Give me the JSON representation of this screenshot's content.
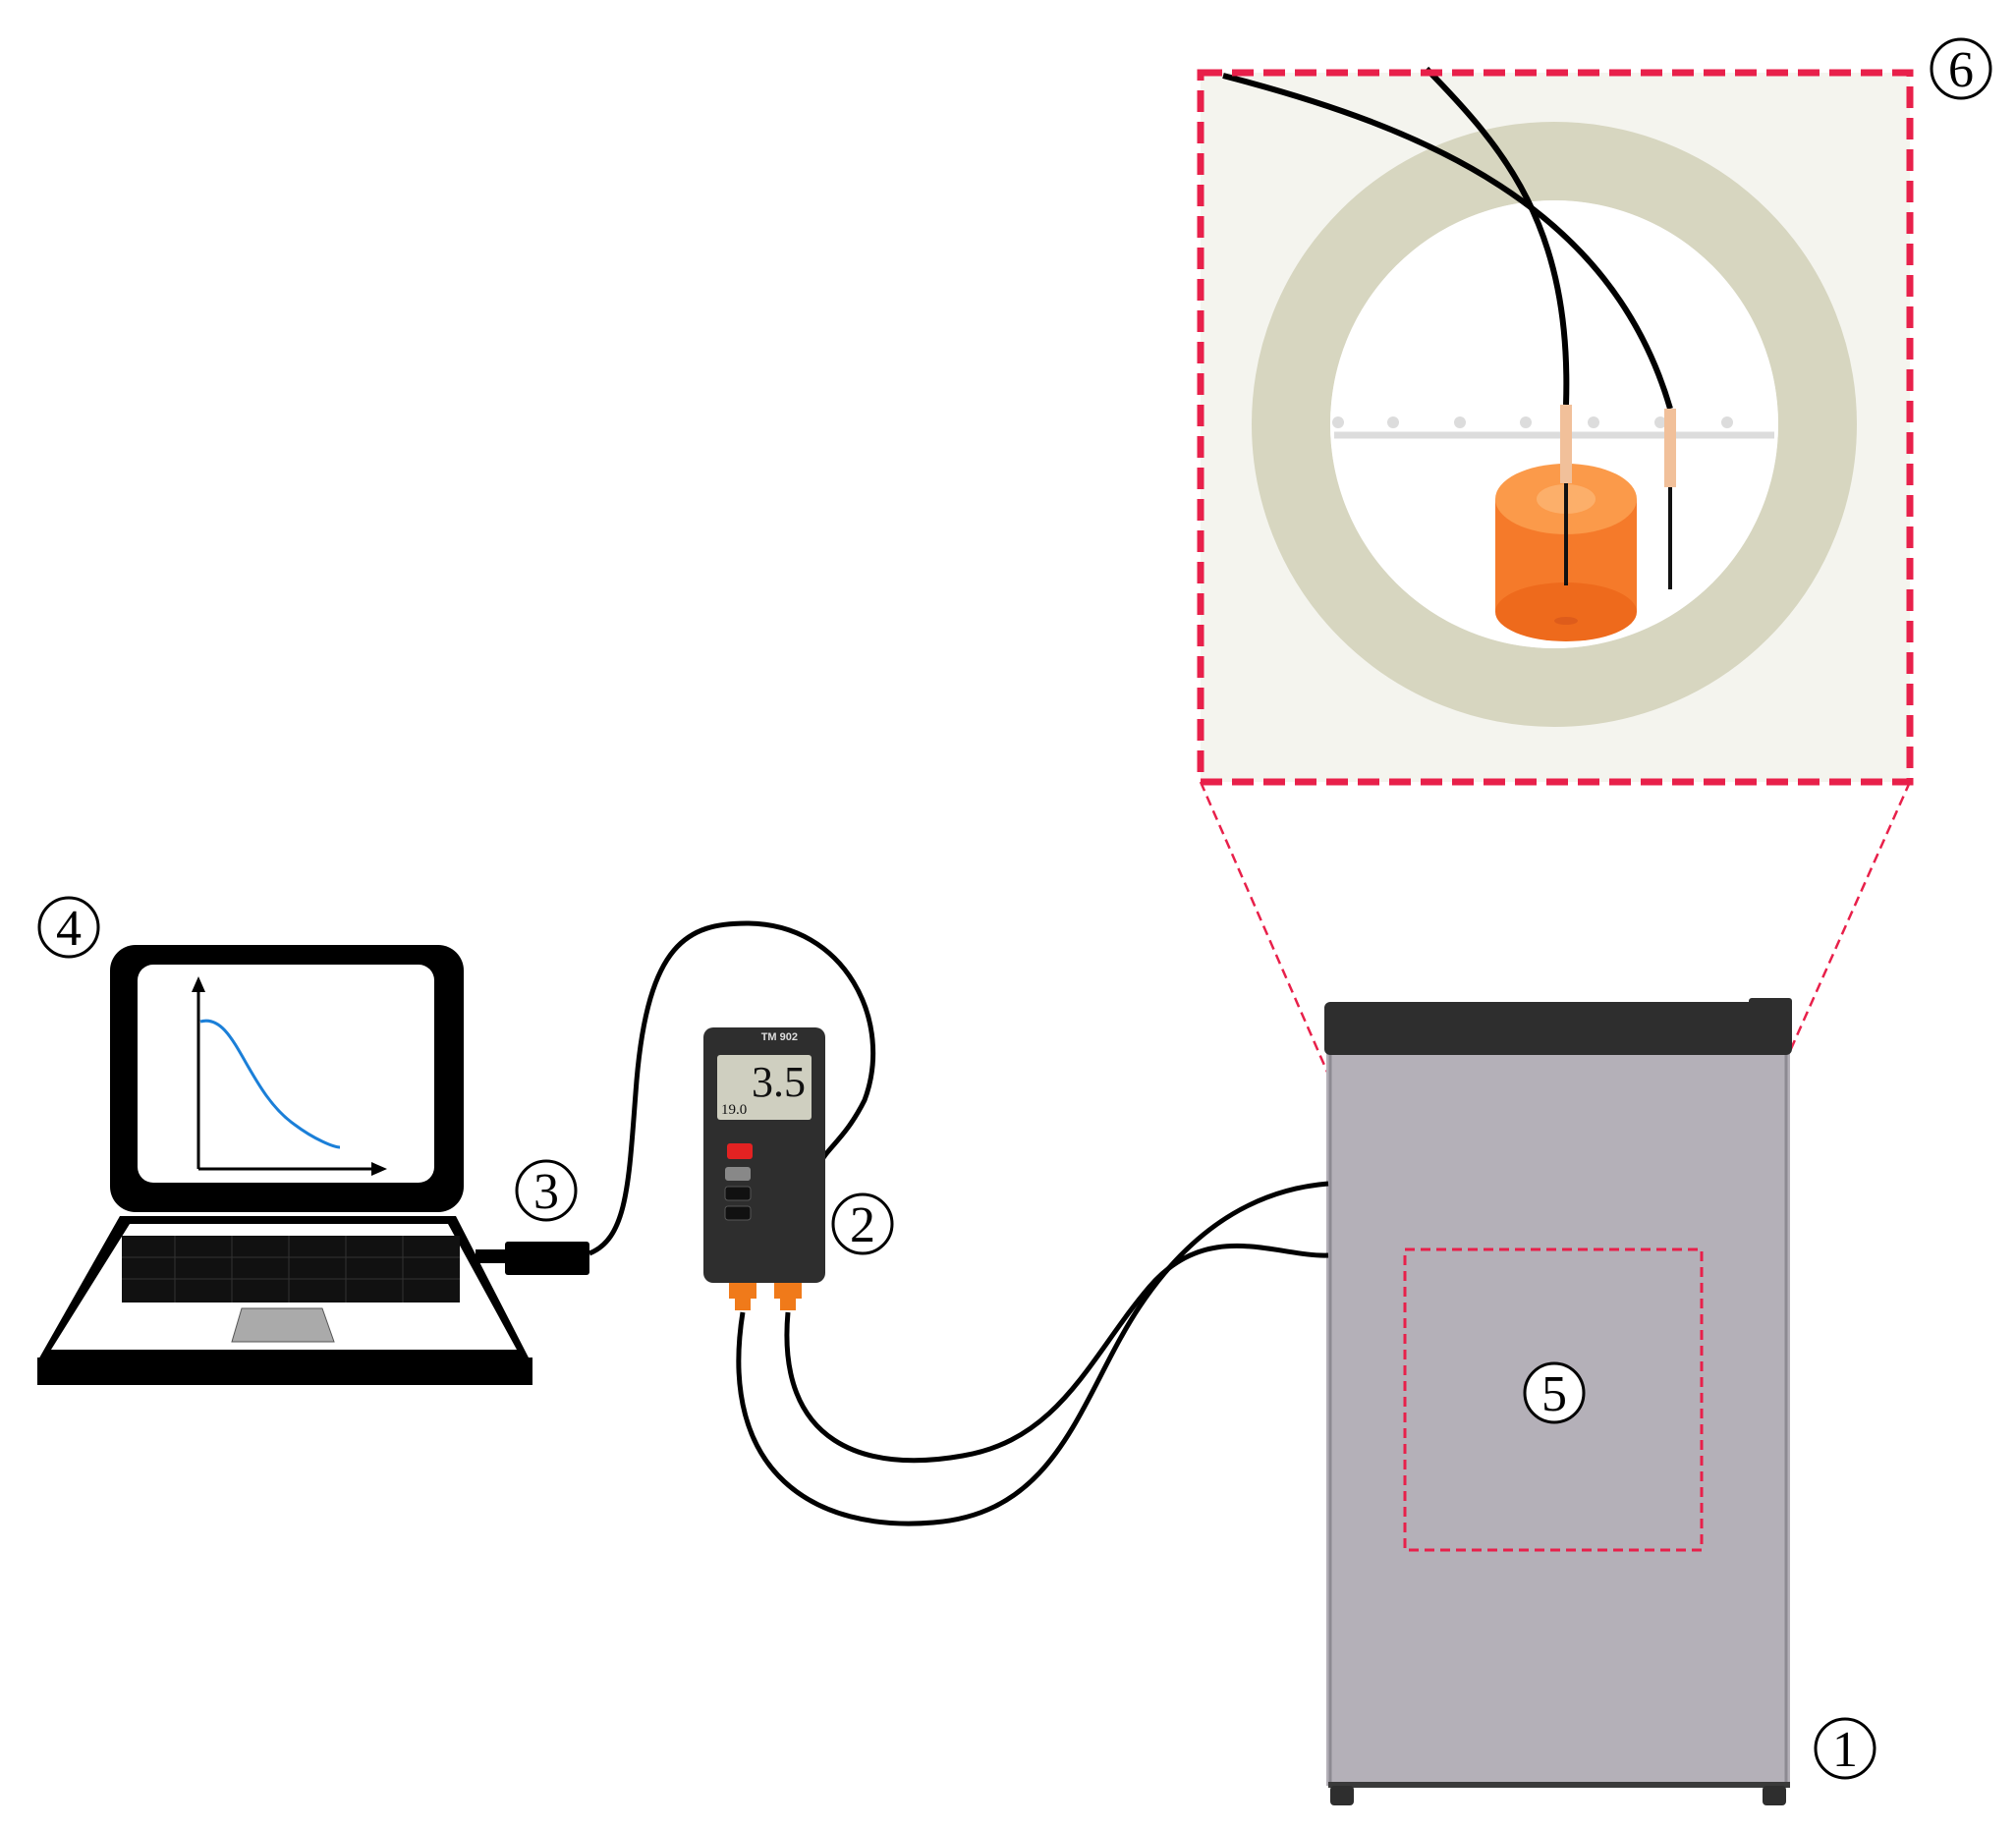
{
  "labels": {
    "fridge": "1",
    "thermometer": "2",
    "usb_adapter": "3",
    "laptop": "4",
    "probe_area": "5",
    "zoom_view": "6"
  },
  "thermometer": {
    "reading_main": "3.5",
    "reading_secondary": "19.0",
    "model": "TM 902"
  },
  "colors": {
    "zoom_border": "#e8204a",
    "fridge_body": "#b4b0b8",
    "fridge_top": "#2e2e2e",
    "ring": "#d7d6c0",
    "zoom_bg": "#f4f4ee",
    "carrot": "#f57a2a",
    "curve": "#1b7fd8",
    "connector": "#f07a1a"
  },
  "icons": [
    "laptop-icon",
    "thermometer-device-icon",
    "usb-adapter-icon",
    "refrigerator-icon",
    "carrot-sample-icon",
    "thermocouple-probe-icon",
    "cooling-curve-icon"
  ]
}
